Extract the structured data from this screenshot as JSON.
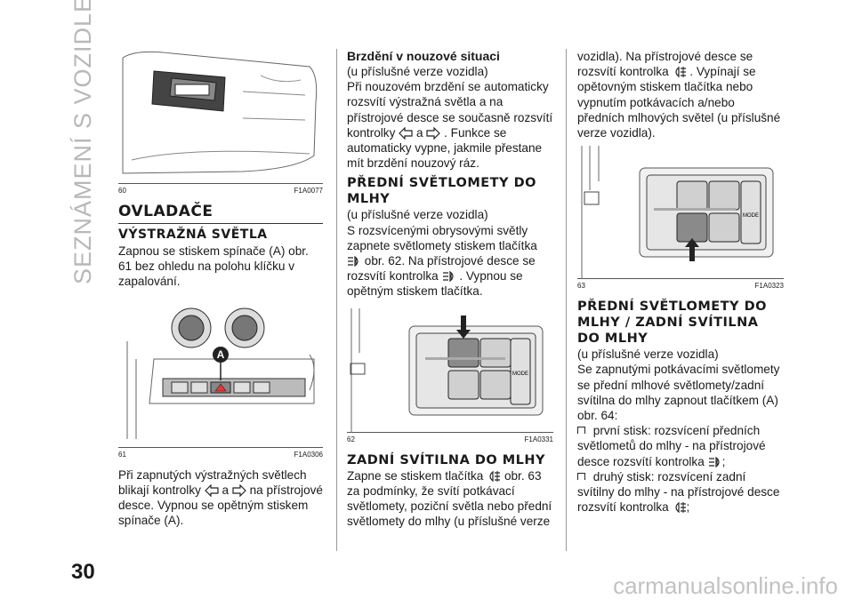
{
  "side_tab": "SEZNÁMENÍ S VOZIDLEM",
  "page_number": "30",
  "watermark": "carmanualsonline.info",
  "col1": {
    "fig60": {
      "num": "60",
      "code": "F1A0077"
    },
    "title": "OVLADAČE",
    "subtitle": "VÝSTRAŽNÁ SVĚTLA",
    "p1": "Zapnou se stiskem spínače (A) obr. 61 bez ohledu na polohu klíčku v zapalování.",
    "fig61": {
      "num": "61",
      "code": "F1A0306",
      "label_a": "A"
    },
    "p2a": "Při zapnutých výstražných světlech blikají kontrolky",
    "p2b": "a",
    "p2c": "na přístrojové desce. Vypnou se opětným stiskem spínače (A)."
  },
  "col2": {
    "heading1": "Brzdění v nouzové situaci",
    "p1": "(u příslušné verze vozidla)",
    "p2a": "Při nouzovém brzdění se automaticky rozsvítí výstražná světla a na přístrojové desce se současně rozsvítí kontrolky",
    "p2b": "a",
    "p2c": ". Funkce se automaticky vypne, jakmile přestane mít brzdění nouzový ráz.",
    "heading2": "PŘEDNÍ SVĚTLOMETY DO MLHY",
    "p3": "(u příslušné verze vozidla)",
    "p4a": "S rozsvícenými obrysovými světly zapnete světlomety stiskem tlačítka",
    "p4b": "obr. 62. Na přístrojové desce se rozsvítí kontrolka",
    "p4c": ". Vypnou se opětným stiskem tlačítka.",
    "fig62": {
      "num": "62",
      "code": "F1A0331",
      "mode_label": "MODE"
    },
    "heading3": "ZADNÍ SVÍTILNA DO MLHY",
    "p5a": "Zapne se stiskem tlačítka",
    "p5b": "obr. 63 za podmínky, že svítí potkávací světlomety, poziční světla nebo přední světlomety do mlhy (u příslušné verze"
  },
  "col3": {
    "p1a": "vozidla). Na přístrojové desce se rozsvítí kontrolka",
    "p1b": ". Vypínají se opětovným stiskem tlačítka nebo vypnutím potkávacích a/nebo předních mlhových světel (u příslušné verze vozidla).",
    "fig63": {
      "num": "63",
      "code": "F1A0323",
      "mode_label": "MODE"
    },
    "heading": "PŘEDNÍ SVĚTLOMETY DO MLHY / ZADNÍ SVÍTILNA DO MLHY",
    "p2": "(u příslušné verze vozidla)",
    "p3": "Se zapnutými potkávacími světlomety se přední mlhové světlomety/zadní svítilna do mlhy zapnout tlačítkem (A) obr. 64:",
    "b1": "první stisk: rozsvícení předních světlometů do mlhy - na přístrojové desce rozsvítí kontrolka",
    "b1_end": ";",
    "b2": "druhý stisk: rozsvícení zadní svítilny do mlhy - na přístrojové desce rozsvítí kontrolka",
    "b2_end": ";"
  },
  "colors": {
    "accent_green": "#2e8b3a",
    "text": "#1a1a1a",
    "rule": "#999999"
  }
}
